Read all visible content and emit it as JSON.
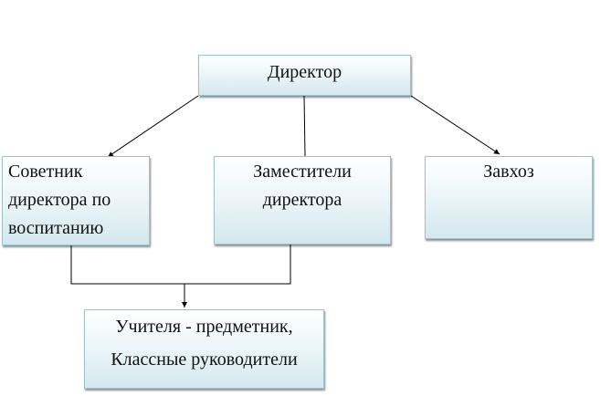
{
  "diagram": {
    "nodes": {
      "director": {
        "lines": [
          "Директор"
        ]
      },
      "advisor": {
        "lines": [
          "Советник",
          "директора по",
          "воспитанию"
        ]
      },
      "deputies": {
        "lines": [
          "Заместители",
          "директора"
        ]
      },
      "supply_manager": {
        "lines": [
          "Завхоз"
        ]
      },
      "teachers": {
        "lines": [
          "Учителя - предметник,",
          "Классные руководители"
        ]
      }
    },
    "edges": [
      {
        "from": "director",
        "to": "advisor",
        "arrow": true
      },
      {
        "from": "director",
        "to": "deputies",
        "arrow": false
      },
      {
        "from": "director",
        "to": "supply_manager",
        "arrow": true
      },
      {
        "from": "advisor",
        "to": "teachers",
        "arrow": true,
        "style": "elbow-join"
      },
      {
        "from": "deputies",
        "to": "teachers",
        "arrow": true,
        "style": "elbow-join"
      }
    ],
    "colors": {
      "box_border": "#9ec3cf",
      "box_fill_top": "#ffffff",
      "box_fill_bottom": "#d3e8ef",
      "line": "#000000"
    }
  }
}
